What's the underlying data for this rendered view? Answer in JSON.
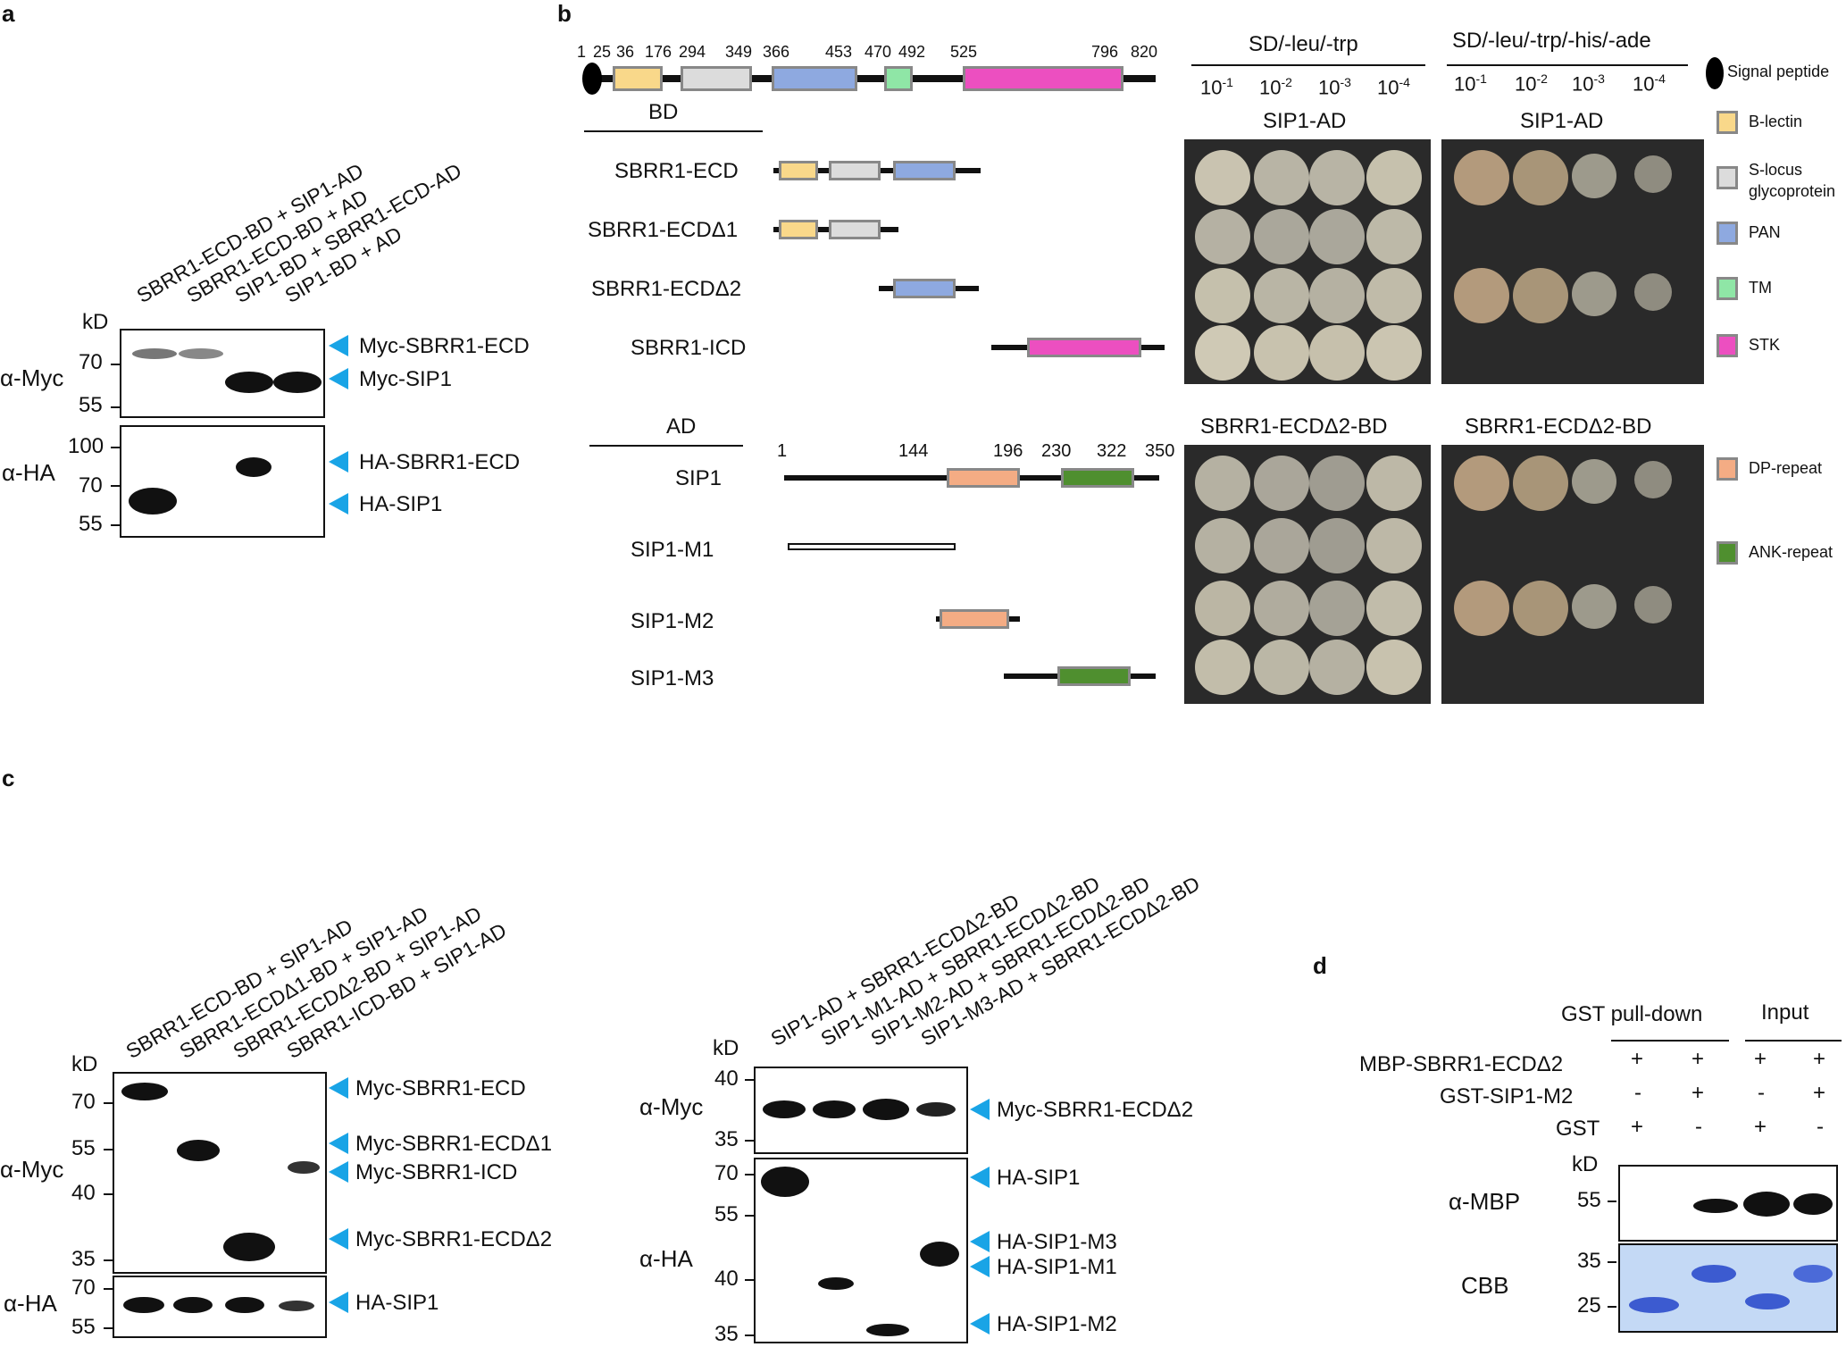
{
  "panel_labels": {
    "a": "a",
    "b": "b",
    "c": "c",
    "d": "d"
  },
  "a": {
    "lanes": [
      "SBRR1-ECD-BD + SIP1-AD",
      "SBRR1-ECD-BD + AD",
      "SIP1-BD + SBRR1-ECD-AD",
      "SIP1-BD + AD"
    ],
    "kd": "kD",
    "myc_label": "α-Myc",
    "ha_label": "α-HA",
    "myc_ticks": [
      "70",
      "55"
    ],
    "ha_ticks": [
      "100",
      "70",
      "55"
    ],
    "myc_arrows": [
      "Myc-SBRR1-ECD",
      "Myc-SIP1"
    ],
    "ha_arrows": [
      "HA-SBRR1-ECD",
      "HA-SIP1"
    ]
  },
  "b": {
    "domain_numbers": [
      "1",
      "25",
      "36",
      "176",
      "294",
      "349",
      "366",
      "453",
      "470",
      "492",
      "525",
      "796",
      "820"
    ],
    "bd": "BD",
    "ad": "AD",
    "constructs": [
      "SBRR1-ECD",
      "SBRR1-ECDΔ1",
      "SBRR1-ECDΔ2",
      "SBRR1-ICD"
    ],
    "sip_numbers": [
      "1",
      "144",
      "196",
      "230",
      "322",
      "350"
    ],
    "sip_constructs": [
      "SIP1",
      "SIP1-M1",
      "SIP1-M2",
      "SIP1-M3"
    ],
    "media1": "SD/-leu/-trp",
    "media2": "SD/-leu/-trp/-his/-ade",
    "dilutions": [
      "10",
      "10",
      "10",
      "10"
    ],
    "exps": [
      "-1",
      "-2",
      "-3",
      "-4"
    ],
    "top_plate_label": "SIP1-AD",
    "bottom_plate_label": "SBRR1-ECDΔ2-BD",
    "legend": [
      "Signal peptide",
      "B-lectin",
      "S-locus glycoprotein",
      "PAN",
      "TM",
      "STK",
      "DP-repeat",
      "ANK-repeat"
    ],
    "legend_colors": [
      "#000000",
      "#f9d88a",
      "#dcdcdc",
      "#8ea9e0",
      "#8fe6a6",
      "#ec4fc0",
      "#f4ac84",
      "#4f8f2f"
    ]
  },
  "c": {
    "left_lanes": [
      "SBRR1-ECD-BD + SIP1-AD",
      "SBRR1-ECDΔ1-BD + SIP1-AD",
      "SBRR1-ECDΔ2-BD + SIP1-AD",
      "SBRR1-ICD-BD + SIP1-AD"
    ],
    "right_lanes": [
      "SIP1-AD + SBRR1-ECDΔ2-BD",
      "SIP1-M1-AD + SBRR1-ECDΔ2-BD",
      "SIP1-M2-AD + SBRR1-ECDΔ2-BD",
      "SIP1-M3-AD + SBRR1-ECDΔ2-BD"
    ],
    "kd": "kD",
    "myc_label": "α-Myc",
    "ha_label": "α-HA",
    "left_myc_ticks": [
      "70",
      "55",
      "40",
      "35"
    ],
    "left_ha_ticks": [
      "70",
      "55"
    ],
    "left_myc_arrows": [
      "Myc-SBRR1-ECD",
      "Myc-SBRR1-ECDΔ1",
      "Myc-SBRR1-ICD",
      "Myc-SBRR1-ECDΔ2"
    ],
    "left_ha_arrows": [
      "HA-SIP1"
    ],
    "right_myc_ticks": [
      "40",
      "35"
    ],
    "right_ha_ticks": [
      "70",
      "55",
      "40",
      "35"
    ],
    "right_myc_arrows": [
      "Myc-SBRR1-ECDΔ2"
    ],
    "right_ha_arrows": [
      "HA-SIP1",
      "HA-SIP1-M3",
      "HA-SIP1-M1",
      "HA-SIP1-M2"
    ]
  },
  "d": {
    "header1": "GST pull-down",
    "header2": "Input",
    "rows": [
      {
        "label": "MBP-SBRR1-ECDΔ2",
        "vals": [
          "+",
          "+",
          "+",
          "+"
        ]
      },
      {
        "label": "GST-SIP1-M2",
        "vals": [
          "-",
          "+",
          "-",
          "+"
        ]
      },
      {
        "label": "GST",
        "vals": [
          "+",
          "-",
          "+",
          "-"
        ]
      }
    ],
    "kd": "kD",
    "mbp_label": "α-MBP",
    "cbb_label": "CBB",
    "mbp_ticks": [
      "55"
    ],
    "cbb_ticks": [
      "35",
      "25"
    ]
  }
}
